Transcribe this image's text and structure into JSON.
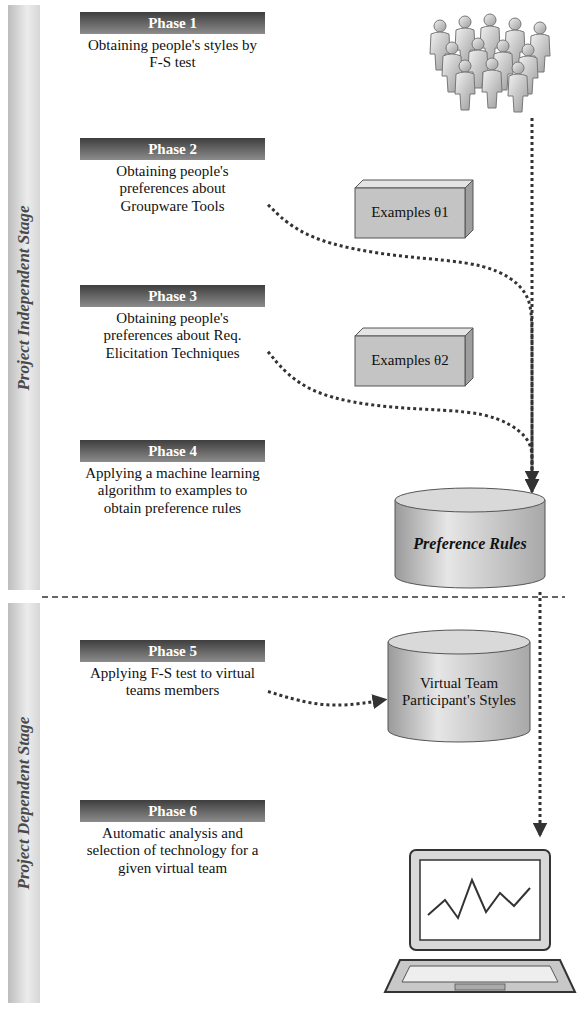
{
  "diagram": {
    "nodes": [
      {
        "text": [
          "Project Independent Stage"
        ]
      },
      {
        "text": [
          "Phase 1",
          "Obtaining people's styles by F-S test"
        ]
      },
      {
        "text": [
          "Phase 2",
          "Obtaining people's preferences about Groupware Tools"
        ]
      },
      {
        "text": [
          "Examples θ1"
        ]
      },
      {
        "text": [
          "Phase 3",
          "Obtaining people's preferences about Req. Elicitation Techniques"
        ]
      },
      {
        "text": [
          "Examples θ2"
        ]
      },
      {
        "text": [
          "Phase 4",
          "Applying a machine learning algorithm to examples to obtain preference rules"
        ]
      },
      {
        "text": [
          "Preference Rules"
        ]
      },
      {
        "text": [
          "Project Dependent Stage"
        ]
      },
      {
        "text": [
          "Phase 5",
          "Applying F-S test to virtual teams members"
        ]
      },
      {
        "text": [
          "Virtual Team Participant's Styles"
        ]
      },
      {
        "text": [
          "Phase 6",
          "Automatic analysis and selection of technology for a given virtual team"
        ]
      }
    ],
    "edges": [
      {
        "from": 2,
        "to": 7,
        "arrow": "to"
      },
      {
        "from": 4,
        "to": 7,
        "arrow": "to"
      },
      {
        "from": 9,
        "to": 10,
        "arrow": "to"
      }
    ]
  }
}
